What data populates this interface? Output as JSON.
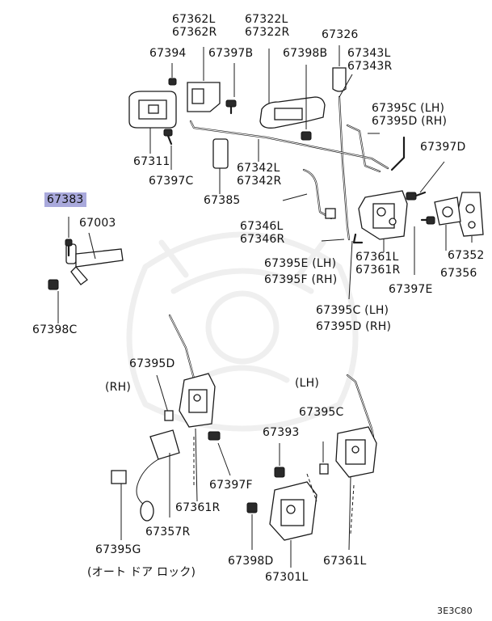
{
  "labels": {
    "p67362": [
      "67362L",
      "67362R"
    ],
    "p67322": [
      "67322L",
      "67322R"
    ],
    "p67326": "67326",
    "p67394": "67394",
    "p67397B": "67397B",
    "p67398B": "67398B",
    "p67343": [
      "67343L",
      "67343R"
    ],
    "p67395CD_top": [
      "67395C (LH)",
      "67395D (RH)"
    ],
    "p67311": "67311",
    "p67397C": "67397C",
    "p67342": [
      "67342L",
      "67342R"
    ],
    "p67397D_top": "67397D",
    "p67383": "67383",
    "p67003": "67003",
    "p67385": "67385",
    "p67346": [
      "67346L",
      "67346R"
    ],
    "p67361_top": [
      "67361L",
      "67361R"
    ],
    "p67352": "67352",
    "p67395EF": [
      "67395E (LH)",
      "67395F (RH)"
    ],
    "p67356": "67356",
    "p67397E": "67397E",
    "p67398C": "67398C",
    "p67395CD_mid": [
      "67395C (LH)",
      "67395D (RH)"
    ],
    "p67395D_rh": "67395D",
    "rh": "(RH)",
    "lh": "(LH)",
    "p67395C_lh": "67395C",
    "p67393": "67393",
    "p67397F": "67397F",
    "p67361R": "67361R",
    "p67357R": "67357R",
    "p67395G": "67395G",
    "p67398D": "67398D",
    "p67361L": "67361L",
    "p67301L": "67301L",
    "auto_door_lock": "(オート ドア ロック)",
    "diagram_code": "3E3C80"
  },
  "colors": {
    "line": "#1a1a1a",
    "highlight": "#a9a9dc",
    "watermark": "#efefef",
    "background": "#ffffff"
  }
}
